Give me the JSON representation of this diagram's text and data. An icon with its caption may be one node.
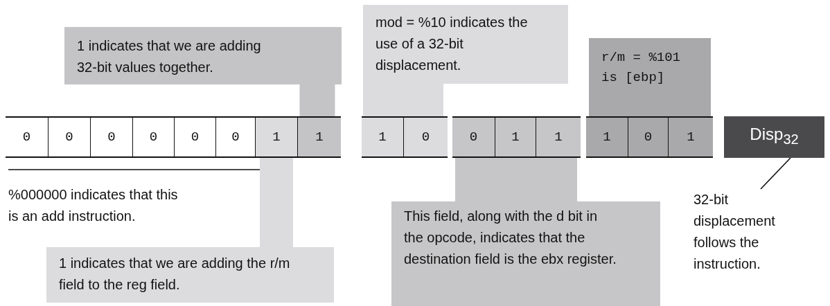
{
  "diagram": {
    "nodes": [
      {
        "text": [
          "1 indicates that we are adding 32-bit values together."
        ]
      },
      {
        "text": [
          "mod = %10 indicates the use of a 32-bit displacement."
        ]
      },
      {
        "text": [
          "r/m = %101 is [ebp]"
        ]
      },
      {
        "text": [],
        "shape": "box"
      },
      {
        "text": [
          "0"
        ],
        "in": 3
      },
      {
        "text": [
          "0"
        ],
        "in": 3
      },
      {
        "text": [
          "0"
        ],
        "in": 3
      },
      {
        "text": [
          "0"
        ],
        "in": 3
      },
      {
        "text": [
          "0"
        ],
        "in": 3
      },
      {
        "text": [
          "0"
        ],
        "in": 3
      },
      {
        "text": [
          "1"
        ],
        "in": 3
      },
      {
        "text": [
          "1"
        ],
        "in": 3
      },
      {
        "text": [],
        "shape": "box"
      },
      {
        "text": [
          "1"
        ],
        "in": 12
      },
      {
        "text": [
          "0"
        ],
        "in": 12
      },
      {
        "text": [],
        "shape": "box"
      },
      {
        "text": [
          "0"
        ],
        "in": 15
      },
      {
        "text": [
          "1"
        ],
        "in": 15
      },
      {
        "text": [
          "1"
        ],
        "in": 15
      },
      {
        "text": [],
        "shape": "box"
      },
      {
        "text": [
          "1"
        ],
        "in": 19
      },
      {
        "text": [
          "0"
        ],
        "in": 19
      },
      {
        "text": [
          "1"
        ],
        "in": 19
      },
      {
        "text": [
          "Disp$_{32}$"
        ]
      },
      {
        "text": [
          "1 indicates that we are adding the r/m field to the reg field."
        ]
      },
      {
        "text": [
          "This field, along with the d bit in the opcode, indicates that the destination field is the ebx register."
        ]
      },
      {
        "text": [
          "32-bit displacement follows the instruction."
        ]
      }
    ],
    "edges": [
      {
        "from": 0,
        "to": 11,
        "arrow": "none",
        "color": "#c4c4c6"
      },
      {
        "from": 1,
        "to": 12,
        "arrow": "none",
        "style": "thick",
        "color": "#dcdcde"
      },
      {
        "from": 2,
        "to": 19,
        "arrow": "none",
        "style": "thick",
        "color": "#a9a9ab"
      },
      {
        "from": 24,
        "to": 10,
        "arrow": "none",
        "color": "#dcdcde"
      },
      {
        "from": 25,
        "to": 15,
        "arrow": "none",
        "style": "thick",
        "color": "#c6c6c8"
      },
      {
        "from": 26,
        "to": 23,
        "arrow": "none",
        "color": "#111111"
      }
    ],
    "labels": [
      "%000000 indicates that this is an add instruction."
    ]
  }
}
